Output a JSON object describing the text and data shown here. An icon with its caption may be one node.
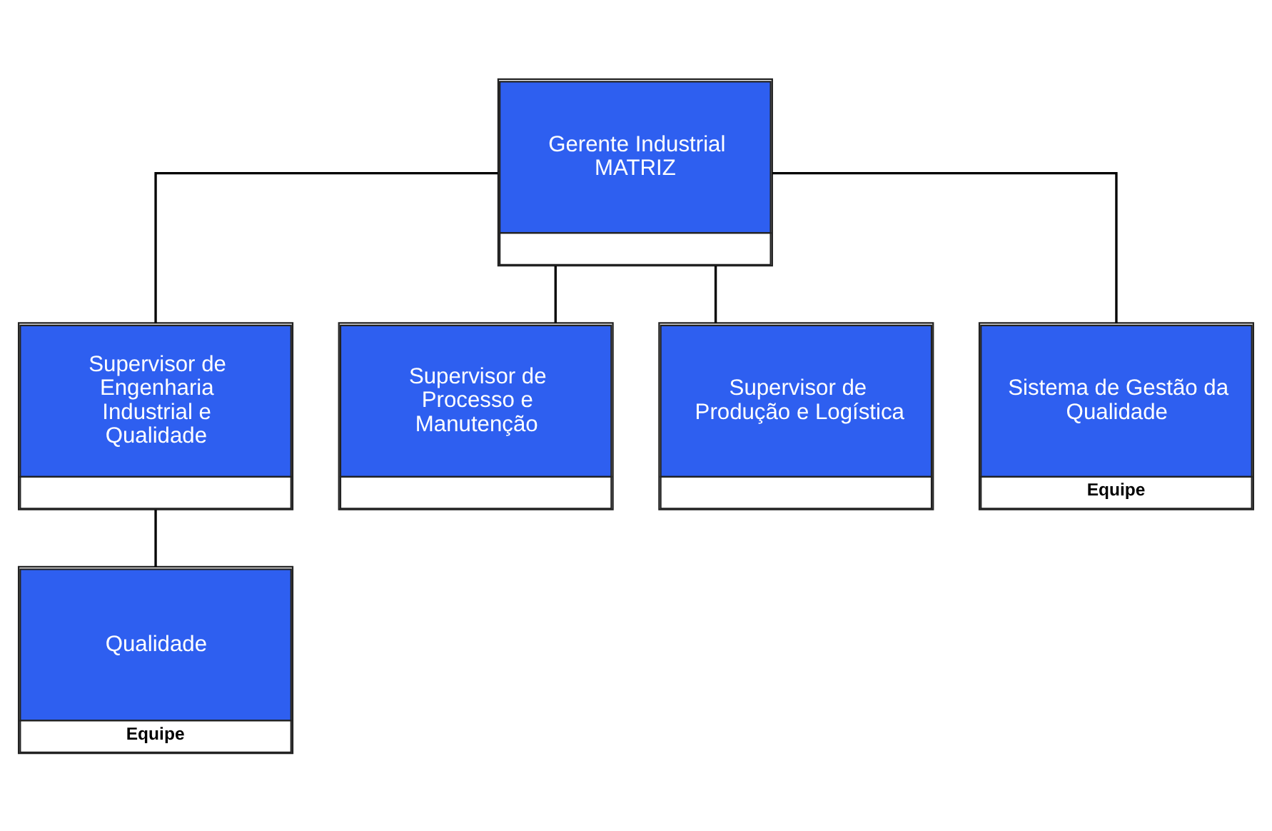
{
  "diagram": {
    "nodes": [
      {
        "text": [
          "Gerente Industrial MATRIZ"
        ]
      },
      {
        "text": [
          "Supervisor de Engenharia Industrial e Qualidade"
        ]
      },
      {
        "text": [
          "Supervisor de Processo e Manutenção"
        ]
      },
      {
        "text": [
          "Supervisor de Produção e Logística"
        ]
      },
      {
        "text": [
          "Qualidade",
          "Equipe"
        ]
      },
      {
        "text": [
          "Sistema de Gestão da Qualidade",
          "Equipe"
        ]
      }
    ],
    "edges": [
      {
        "from": 0,
        "to": 1,
        "arrow": "none"
      },
      {
        "from": 0,
        "to": 2,
        "arrow": "none"
      },
      {
        "from": 0,
        "to": 3,
        "arrow": "none"
      },
      {
        "from": 0,
        "to": 5,
        "arrow": "none"
      },
      {
        "from": 1,
        "to": 4,
        "arrow": "none"
      }
    ]
  }
}
